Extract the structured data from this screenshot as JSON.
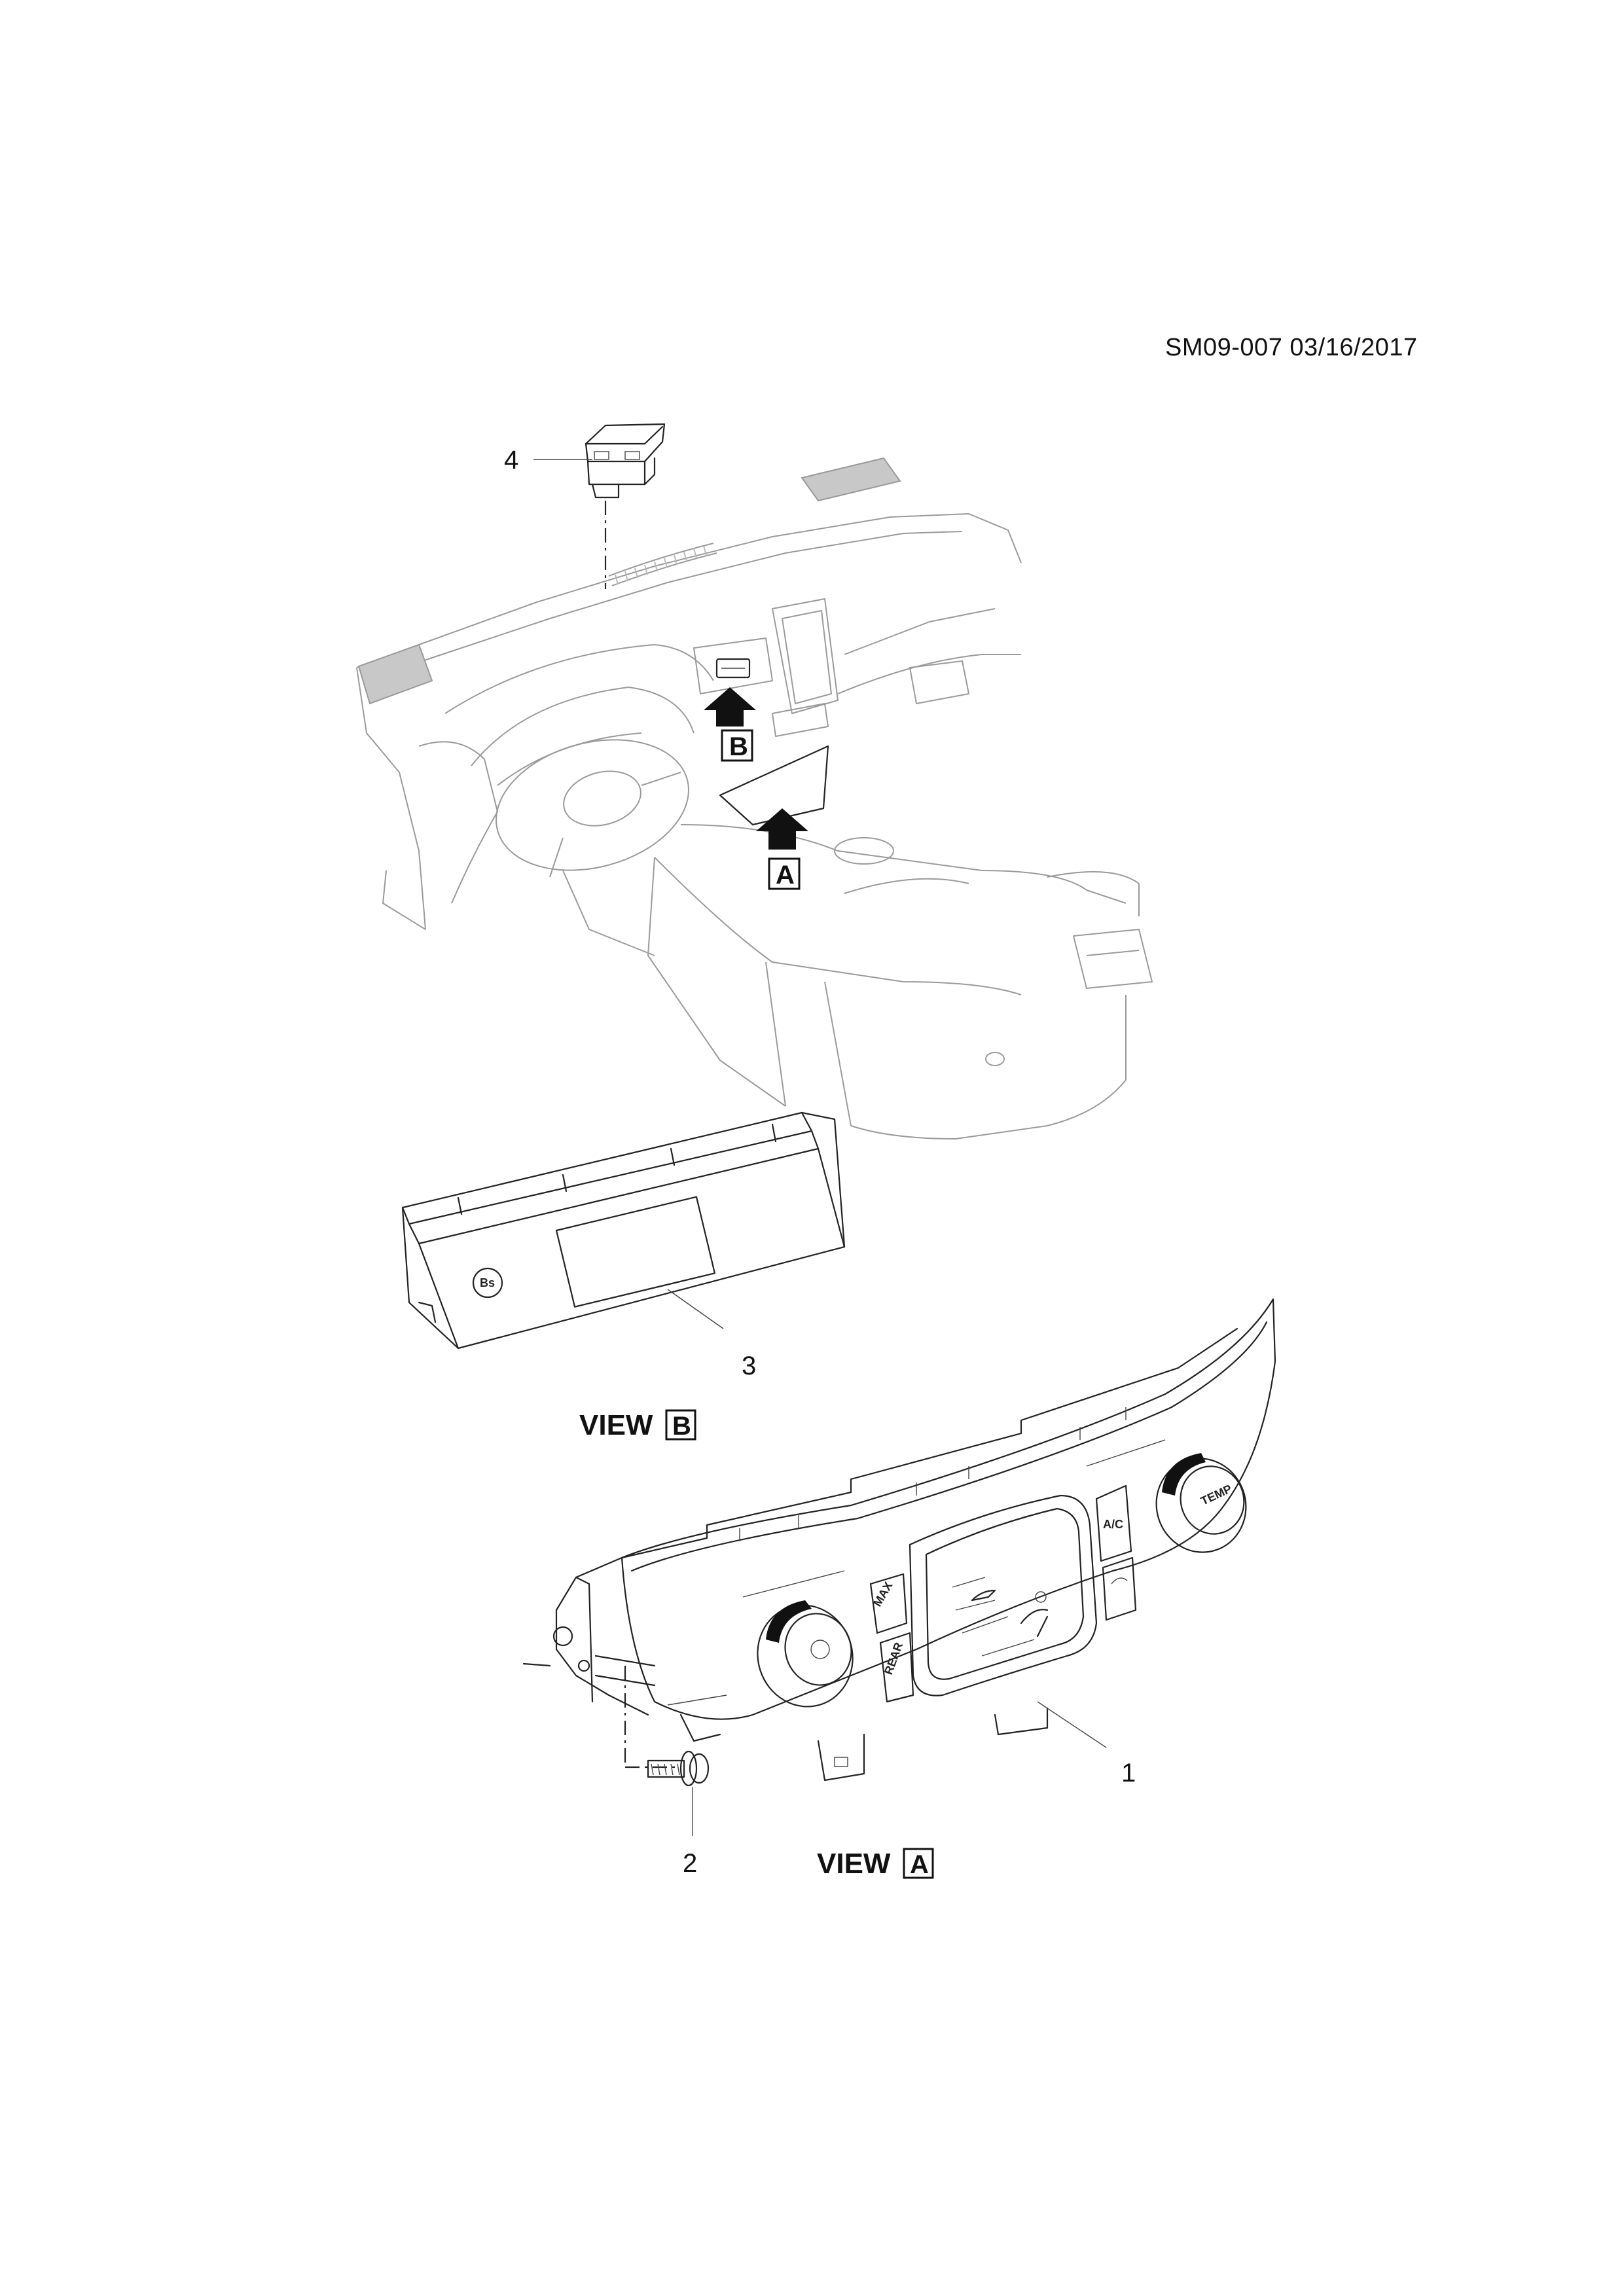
{
  "header": {
    "document_code": "SM09-007 03/16/2017"
  },
  "callouts": {
    "c1": "1",
    "c2": "2",
    "c3": "3",
    "c4": "4"
  },
  "view_markers": {
    "arrow_a": "A",
    "arrow_b": "B"
  },
  "views": {
    "view_a_word": "VIEW",
    "view_a_letter": "A",
    "view_b_word": "VIEW",
    "view_b_letter": "B"
  },
  "panel_labels": {
    "ac": "A/C",
    "temp": "TEMP",
    "max": "MAX",
    "rear": "REAR"
  }
}
